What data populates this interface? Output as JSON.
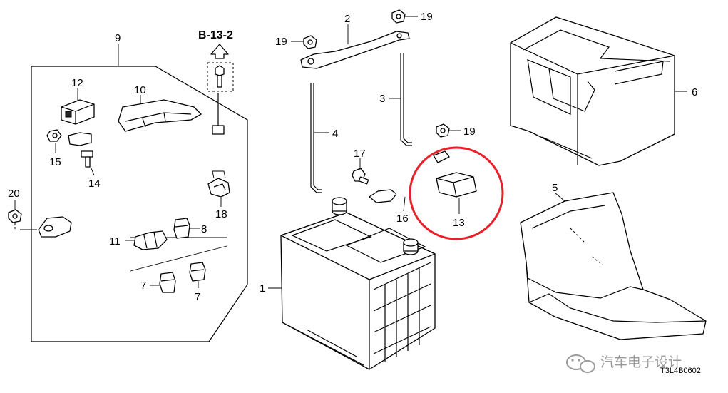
{
  "reference": {
    "label": "B-13-2"
  },
  "callouts": [
    {
      "id": "c1",
      "text": "1"
    },
    {
      "id": "c2",
      "text": "2"
    },
    {
      "id": "c3",
      "text": "3"
    },
    {
      "id": "c4",
      "text": "4"
    },
    {
      "id": "c5",
      "text": "5"
    },
    {
      "id": "c6",
      "text": "6"
    },
    {
      "id": "c7a",
      "text": "7"
    },
    {
      "id": "c7b",
      "text": "7"
    },
    {
      "id": "c8",
      "text": "8"
    },
    {
      "id": "c9",
      "text": "9"
    },
    {
      "id": "c10",
      "text": "10"
    },
    {
      "id": "c11",
      "text": "11"
    },
    {
      "id": "c12",
      "text": "12"
    },
    {
      "id": "c13",
      "text": "13"
    },
    {
      "id": "c14",
      "text": "14"
    },
    {
      "id": "c15",
      "text": "15"
    },
    {
      "id": "c16",
      "text": "16"
    },
    {
      "id": "c17",
      "text": "17"
    },
    {
      "id": "c18",
      "text": "18"
    },
    {
      "id": "c19a",
      "text": "19"
    },
    {
      "id": "c19b",
      "text": "19"
    },
    {
      "id": "c19c",
      "text": "19"
    },
    {
      "id": "c20",
      "text": "20"
    }
  ],
  "highlight": {
    "part": "13",
    "color": "#e8202a"
  },
  "drawing_code": "T3L4B0602",
  "watermark": "汽车电子设计",
  "colors": {
    "line": "#000000",
    "background": "#ffffff",
    "watermark": "#9a9a9a"
  }
}
